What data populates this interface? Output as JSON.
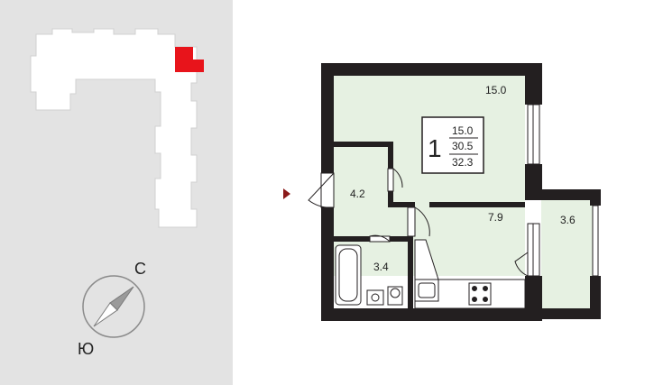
{
  "compass": {
    "north_label": "С",
    "south_label": "Ю"
  },
  "apartment": {
    "rooms_count": "1",
    "living_area": "15.0",
    "total_area": "30.5",
    "total_with_balcony": "32.3"
  },
  "room_areas": {
    "living_room": "15.0",
    "hallway": "4.2",
    "kitchen": "7.9",
    "balcony": "3.6",
    "bathroom": "3.4"
  },
  "colors": {
    "room_fill": "#e6f1e2",
    "wall": "#231f20",
    "highlight": "#e8141b",
    "entrance_marker": "#8b1a1a",
    "panel_bg": "#e3e3e3"
  }
}
